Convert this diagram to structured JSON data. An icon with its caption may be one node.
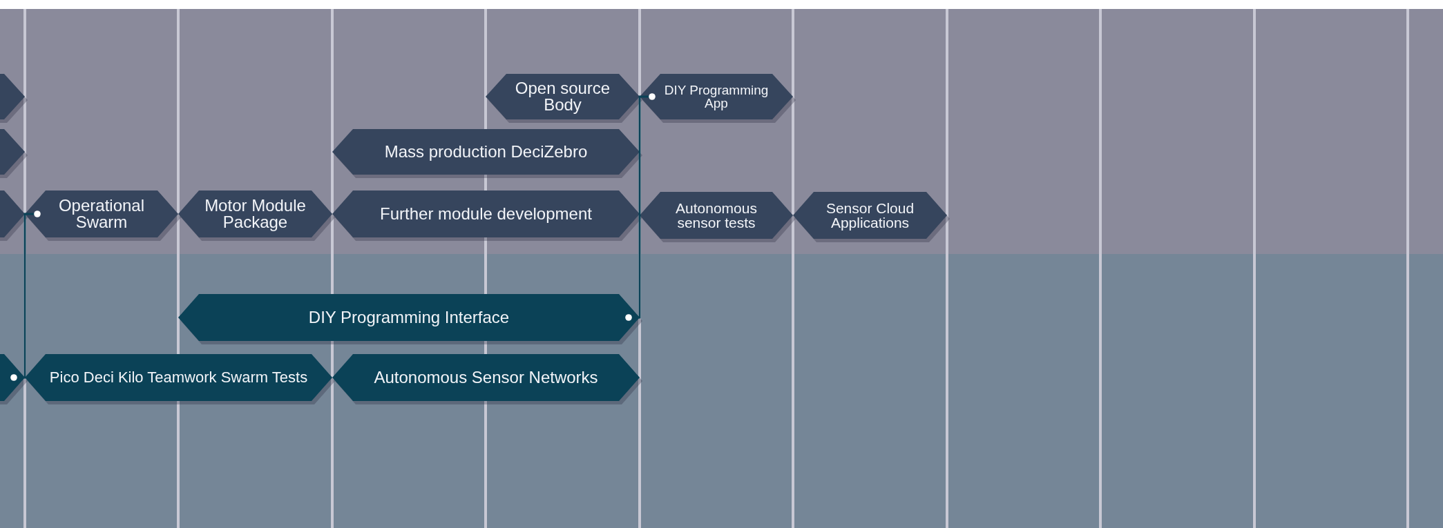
{
  "diagram": {
    "nodes": [
      {
        "text": [],
        "shape": "hexagon"
      },
      {
        "text": [
          "Open source Body"
        ]
      },
      {
        "text": [
          "DIY Programming App"
        ]
      },
      {
        "text": [],
        "shape": "hexagon"
      },
      {
        "text": [
          "Mass production DeciZebro"
        ]
      },
      {
        "text": [],
        "shape": "hexagon"
      },
      {
        "text": [
          "Operational Swarm"
        ]
      },
      {
        "text": [
          "Motor Module Package"
        ]
      },
      {
        "text": [
          "Further module development"
        ]
      },
      {
        "text": [
          "Autonomous sensor tests"
        ]
      },
      {
        "text": [
          "Sensor Cloud Applications"
        ]
      },
      {
        "text": [
          "DIY Programming Interface"
        ]
      },
      {
        "text": [],
        "shape": "hexagon"
      },
      {
        "text": [
          "Pico Deci Kilo Teamwork Swarm Tests"
        ]
      },
      {
        "text": [
          "Autonomous Sensor Networks"
        ]
      }
    ],
    "edges": [
      {
        "from": 12,
        "to": 6,
        "arrow": "other"
      },
      {
        "from": 11,
        "to": 2,
        "arrow": "other"
      }
    ]
  }
}
